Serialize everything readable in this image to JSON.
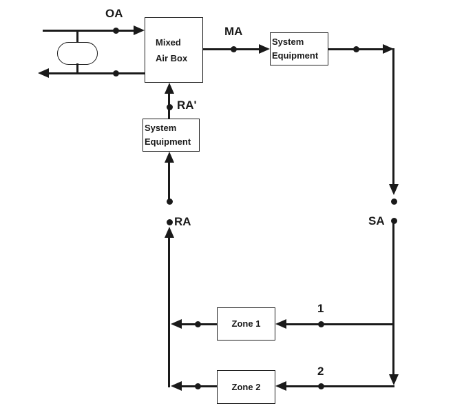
{
  "diagram": {
    "boxes": {
      "mixed_air_box": {
        "line1": "Mixed",
        "line2": "Air Box"
      },
      "system_equipment_top": {
        "line1": "System",
        "line2": "Equipment"
      },
      "system_equipment_left": {
        "line1": "System",
        "line2": "Equipment"
      },
      "zone_1": {
        "label": "Zone 1"
      },
      "zone_2": {
        "label": "Zone 2"
      }
    },
    "point_labels": {
      "outdoor_air": "OA",
      "mixed_air": "MA",
      "return_air_conditioned": "RA'",
      "return_air": "RA",
      "supply_air": "SA",
      "zone_1_supply": "1",
      "zone_2_supply": "2"
    },
    "colors": {
      "line": "#1a1a1a",
      "background": "#ffffff"
    }
  }
}
